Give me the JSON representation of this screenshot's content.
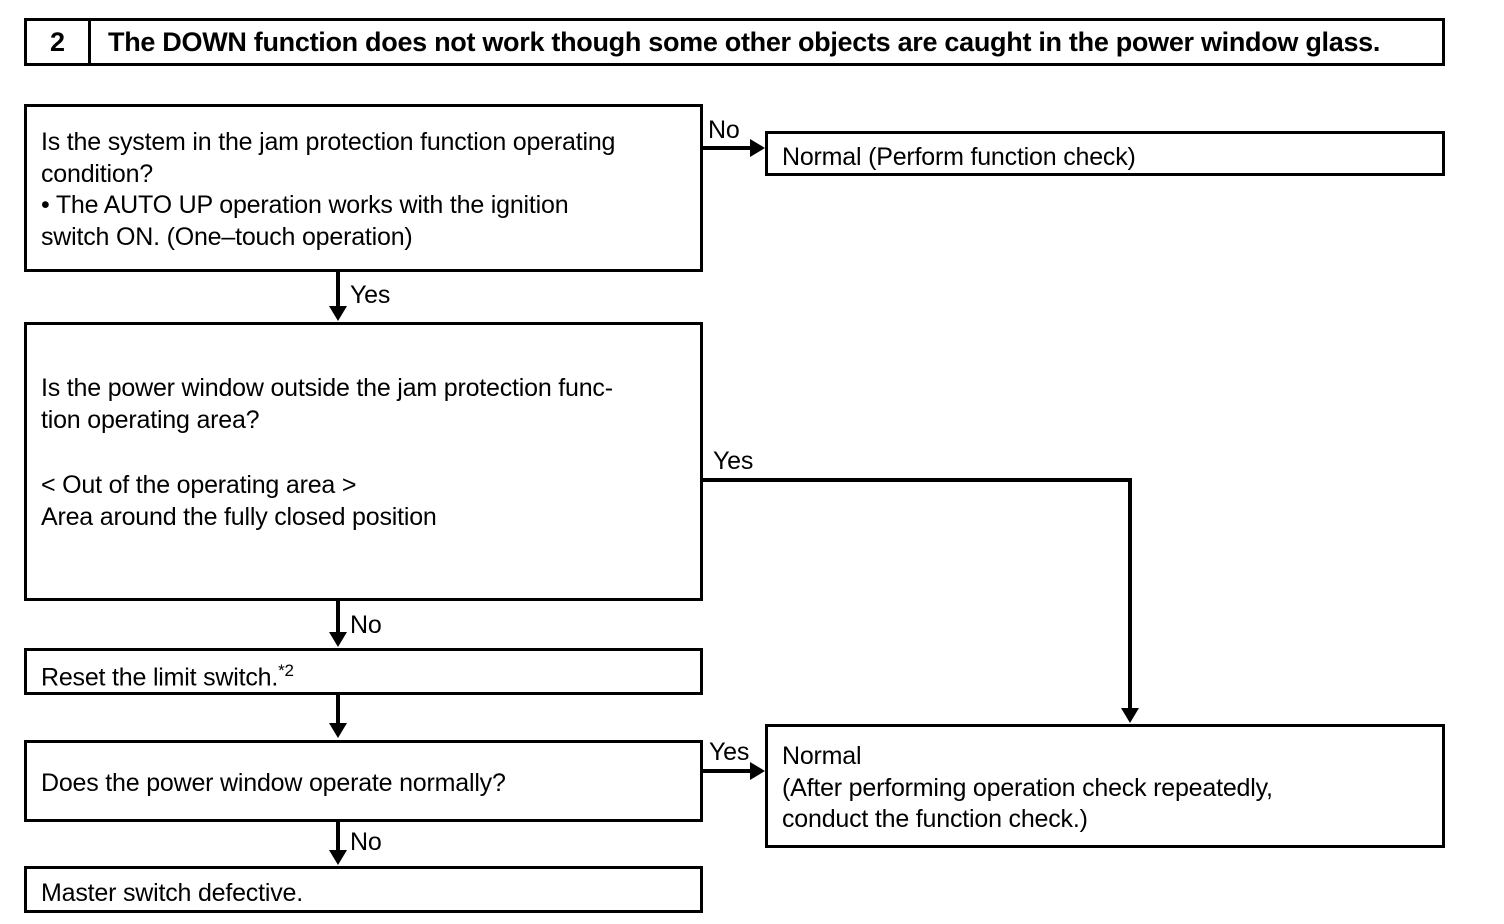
{
  "header": {
    "number": "2",
    "title": "The DOWN function does not work though some other objects are caught in the power window glass."
  },
  "nodes": {
    "q1": {
      "line1": "Is the system in the jam protection function operating",
      "line2": "condition?",
      "line3": "• The AUTO UP operation works with the ignition",
      "line4": "switch ON. (One–touch operation)"
    },
    "normal1": {
      "text": "Normal (Perform function check)"
    },
    "q2": {
      "line1": "Is the power window outside the jam protection func-",
      "line2": "tion operating area?",
      "line3": "< Out of the operating area >",
      "line4": "Area around the fully closed position"
    },
    "reset": {
      "text": "Reset the limit switch.",
      "note": "*2"
    },
    "q3": {
      "text": "Does the power window operate normally?"
    },
    "normal2": {
      "line1": "Normal",
      "line2": "(After performing operation check repeatedly,",
      "line3": "conduct the function check.)"
    },
    "master": {
      "text": "Master switch defective."
    }
  },
  "edges": {
    "q1_no": "No",
    "q1_yes": "Yes",
    "q2_yes": "Yes",
    "q2_no": "No",
    "q3_yes": "Yes",
    "q3_no": "No"
  },
  "colors": {
    "line": "#000000",
    "background": "#ffffff"
  }
}
